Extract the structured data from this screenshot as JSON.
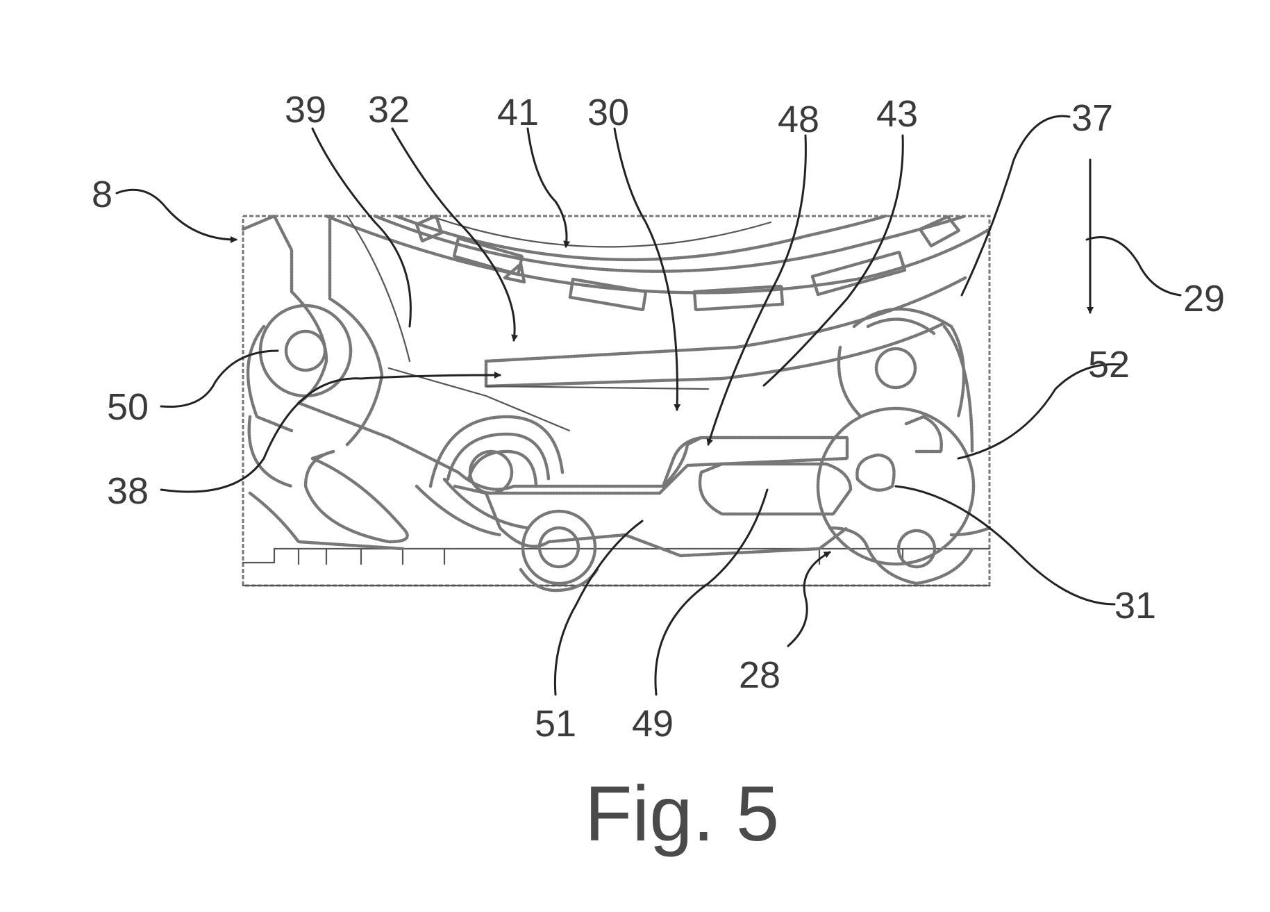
{
  "figure": {
    "caption": "Fig. 5",
    "reference_numerals": {
      "r8": "8",
      "r39": "39",
      "r32": "32",
      "r41": "41",
      "r30": "30",
      "r48": "48",
      "r43": "43",
      "r37": "37",
      "r29": "29",
      "r52": "52",
      "r50": "50",
      "r38": "38",
      "r31": "31",
      "r28": "28",
      "r51": "51",
      "r49": "49"
    }
  }
}
